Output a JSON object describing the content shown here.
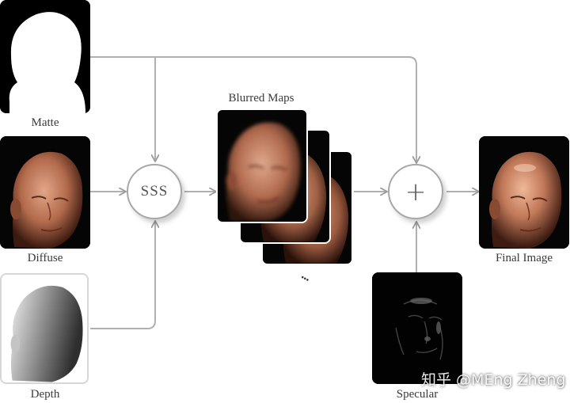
{
  "inputs": {
    "matte_label": "Matte",
    "diffuse_label": "Diffuse",
    "depth_label": "Depth"
  },
  "operators": {
    "sss_label": "SSS",
    "add_symbol": "+"
  },
  "blurred": {
    "label": "Blurred Maps",
    "more_indicator": "..."
  },
  "specular_label": "Specular",
  "output_label": "Final Image",
  "watermark": "知乎 @MEng Zheng",
  "colors": {
    "connector": "#b0b0b0",
    "arrowhead": "#9a9a9a",
    "tile_background": "#050505",
    "skin": "#c0785a",
    "operator_border": "#a8a8a8"
  }
}
